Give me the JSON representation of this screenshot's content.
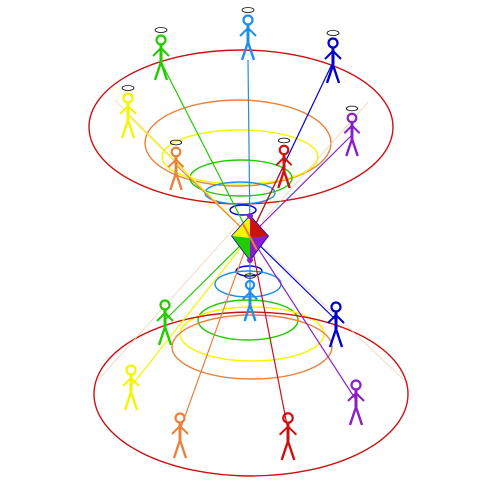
{
  "diagram": {
    "background": "#ffffff",
    "figures": [
      {
        "id": "upper-blue",
        "color": "#0000cc"
      },
      {
        "id": "upper-cyan",
        "color": "#1e8ee8"
      },
      {
        "id": "upper-green",
        "color": "#22cc00"
      },
      {
        "id": "upper-yellow",
        "color": "#f5f500"
      },
      {
        "id": "upper-violet",
        "color": "#8a1ec8"
      },
      {
        "id": "upper-orange",
        "color": "#e8823c"
      },
      {
        "id": "upper-red",
        "color": "#cc1111"
      },
      {
        "id": "lower-cyan",
        "color": "#1e8ee8"
      },
      {
        "id": "lower-green",
        "color": "#22cc00"
      },
      {
        "id": "lower-blue",
        "color": "#0000cc"
      },
      {
        "id": "lower-yellow",
        "color": "#f5f500"
      },
      {
        "id": "lower-orange",
        "color": "#e8823c"
      },
      {
        "id": "lower-red",
        "color": "#cc1111"
      },
      {
        "id": "lower-violet",
        "color": "#8a1ec8"
      }
    ],
    "ring_colors": [
      "#cc1111",
      "#e8823c",
      "#f5f500",
      "#22cc00",
      "#1e8ee8",
      "#0000cc",
      "#8a1ec8"
    ]
  }
}
